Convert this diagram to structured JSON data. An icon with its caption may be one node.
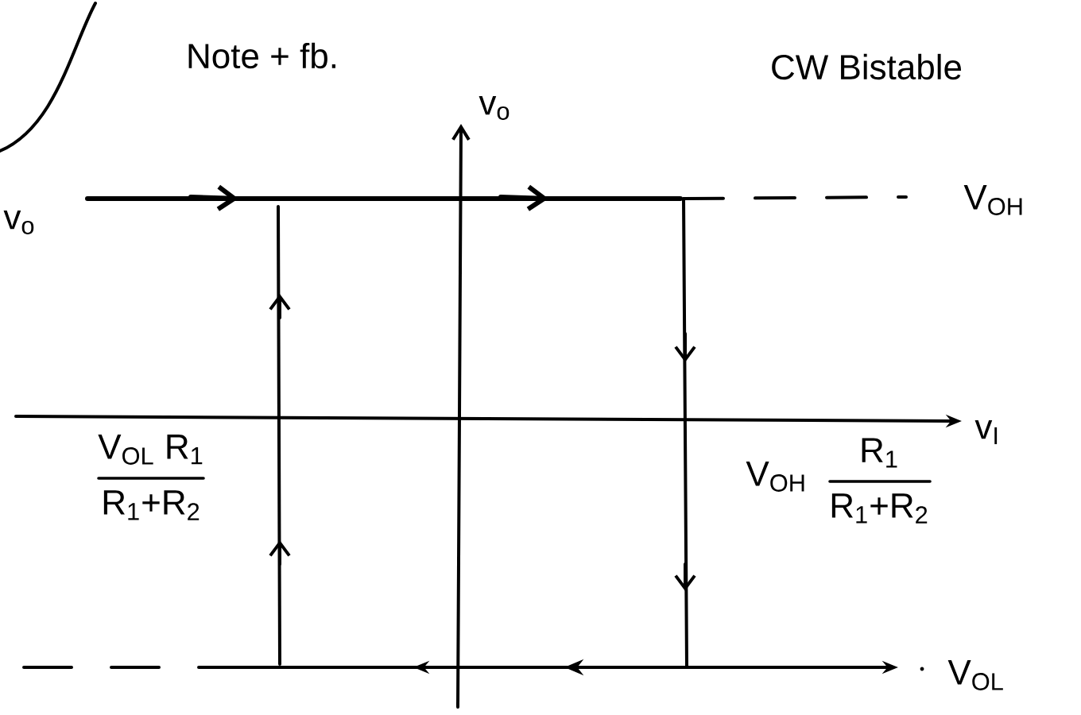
{
  "diagram": {
    "labels": [
      "Note + fb.",
      "CW Bistable",
      "v$_{o}$",
      "v$_{o}$",
      "V$_{OH}$",
      "v$_{I}$",
      "V$_{OL}$ R$_{1}$",
      "V$_{OH}$",
      "R$_{1}$",
      "R$_{1}$+R$_{2}$",
      "R$_{1}$+R$_{2}$",
      "V$_{OL}$"
    ]
  }
}
